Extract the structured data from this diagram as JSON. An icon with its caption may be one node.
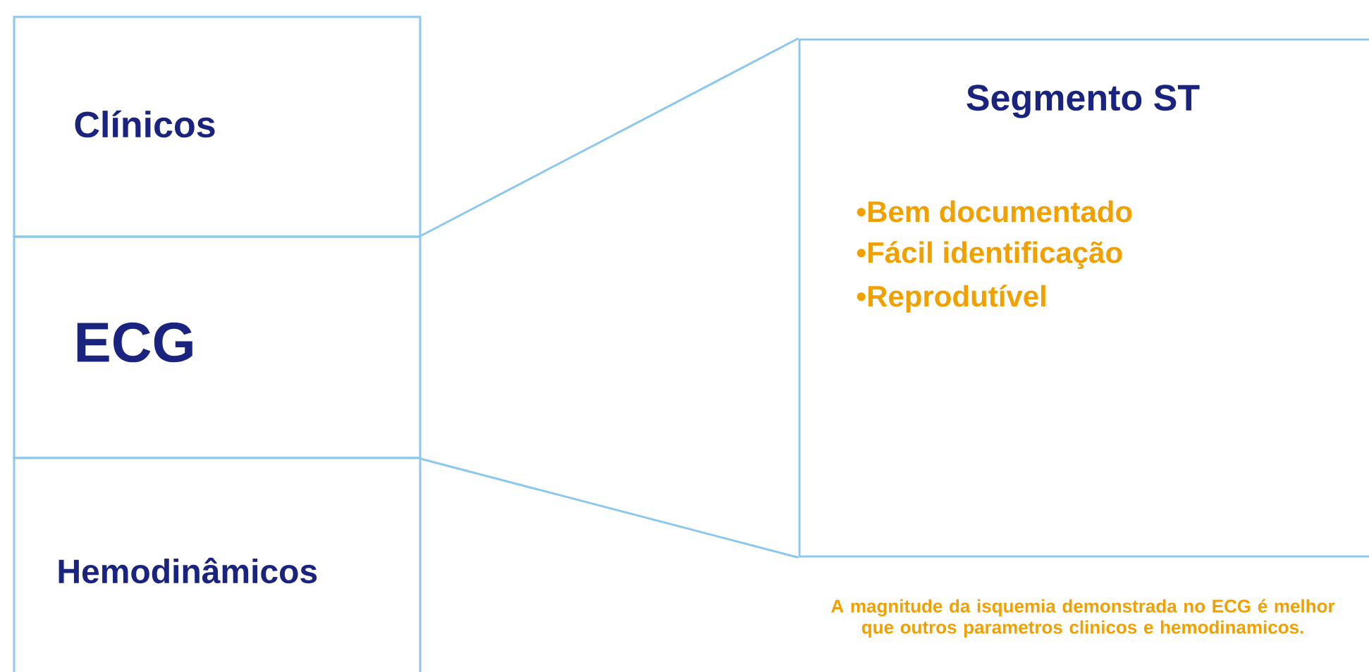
{
  "diagram": {
    "nodes": [
      {
        "text": [
          "Clínicos"
        ]
      },
      {
        "text": [
          "ECG"
        ]
      },
      {
        "text": [
          "Hemodinâmicos"
        ]
      },
      {
        "text": [
          "Segmento ST",
          "•Bem documentado",
          "•Fácil identificação",
          "•Reprodutível"
        ],
        "beside": [
          "A magnitude da isquemia demonstrada no ECG é melhor que outros parametros clinicos e hemodinamicos."
        ]
      }
    ],
    "edges": [
      {
        "from": 1,
        "to": 3,
        "arrow": "none"
      },
      {
        "from": 1,
        "to": 3,
        "arrow": "none"
      }
    ]
  }
}
